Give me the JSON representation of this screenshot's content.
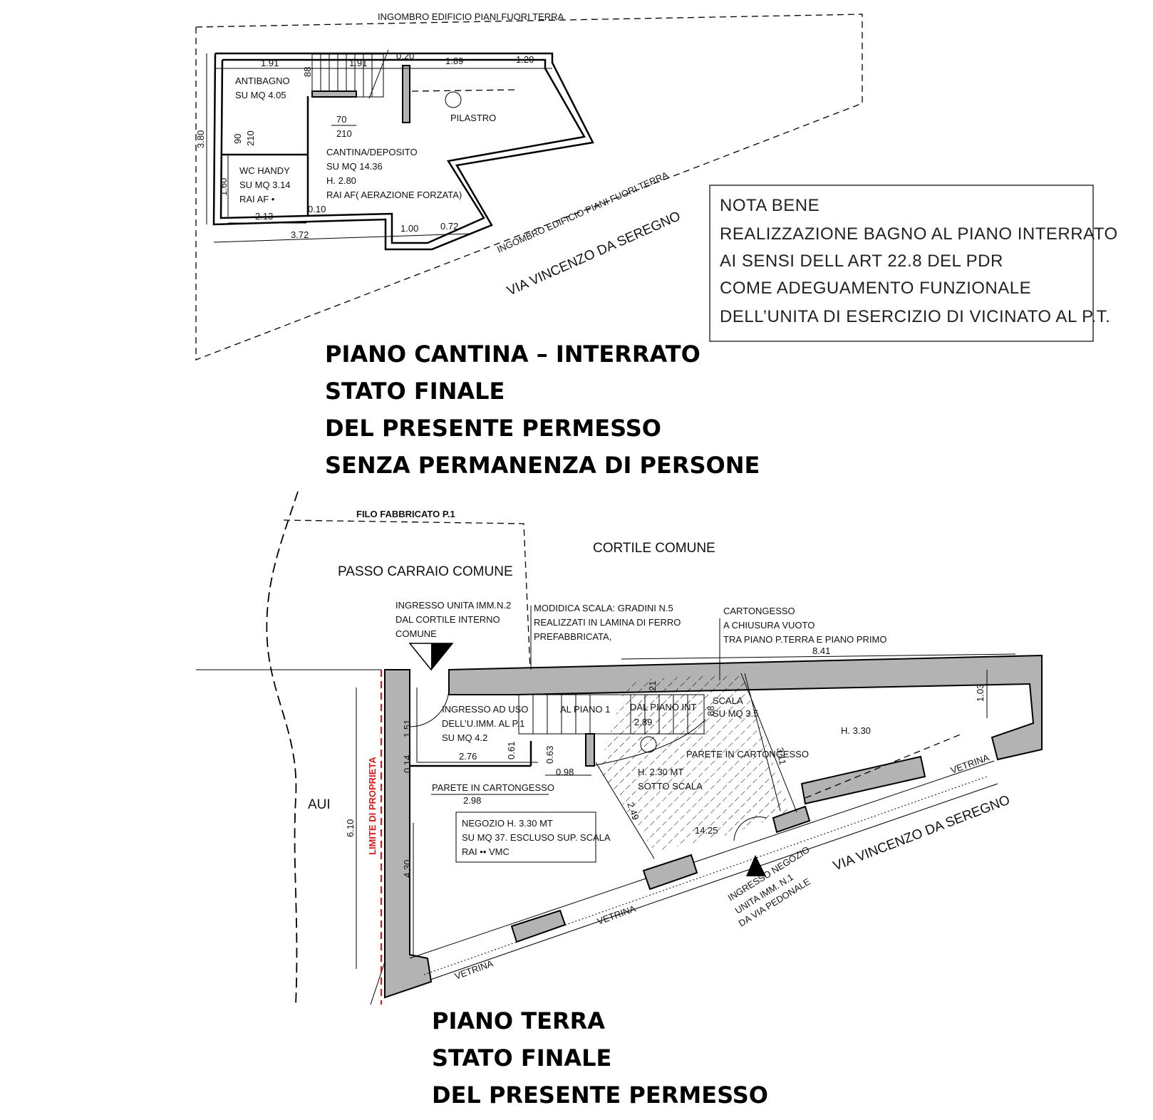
{
  "basement": {
    "outline_label_top": "INGOMBRO EDIFICIO PIANI FUORI TERRA",
    "outline_label_diag": "INGOMBRO EDIFICIO PIANI FUORI TERRA",
    "street_label": "VIA VINCENZO DA SEREGNO",
    "rooms": {
      "antibagno": {
        "name": "ANTIBAGNO",
        "area": "SU MQ 4.05"
      },
      "wc": {
        "name": "WC HANDY",
        "area": "SU MQ 3.14",
        "rai": "RAI AF •"
      },
      "cantina": {
        "name": "CANTINA/DEPOSITO",
        "area": "SU MQ 14.36",
        "height": "H. 2.80",
        "rai": "RAI AF( AERAZIONE FORZATA)"
      }
    },
    "pilastro": "PILASTRO",
    "door_dims": {
      "width": "70",
      "height": "210"
    },
    "wc_door": {
      "width": "90",
      "height": "210"
    },
    "dims": {
      "d1": "1.91",
      "d2": "1.91",
      "d3": "0.20",
      "d4": "1.89",
      "d5": "1.20",
      "d6": "88",
      "d7": "3.80",
      "d8": "1.60",
      "d9": "2.13",
      "d10": "0.10",
      "d11": "3.72",
      "d12": "1.00",
      "d13": "0.72"
    },
    "title": [
      "PIANO CANTINA – INTERRATO",
      "STATO FINALE",
      "DEL PRESENTE PERMESSO",
      "SENZA PERMANENZA DI PERSONE"
    ]
  },
  "note_box": {
    "lines": [
      "NOTA BENE",
      "REALIZZAZIONE BAGNO AL PIANO INTERRATO",
      "AI SENSI DELL ART 22.8 DEL PDR",
      "COME ADEGUAMENTO FUNZIONALE",
      "DELL’UNITA DI ESERCIZIO DI VICINATO AL P.T."
    ]
  },
  "ground": {
    "filo_fabbricato": "FILO FABBRICATO P.1",
    "cortile": "CORTILE COMUNE",
    "passo": "PASSO CARRAIO COMUNE",
    "aui": "AUI",
    "limite": "LIMITE DI PROPRIETA",
    "ingresso_unita": [
      "INGRESSO  UNITA  IMM.N.2",
      "DAL CORTILE INTERNO",
      "COMUNE"
    ],
    "modifica_scala": [
      "MODIDICA SCALA: GRADINI N.5",
      "REALIZZATI IN LAMINA DI FERRO",
      "PREFABBRICATA,"
    ],
    "cartongesso": [
      "CARTONGESSO",
      "A CHIUSURA VUOTO",
      "TRA PIANO P.TERRA E PIANO PRIMO"
    ],
    "ingresso_uso": [
      "INGRESSO AD USO",
      "DELL’U.IMM. AL P.1",
      "SU MQ 4.2"
    ],
    "al_piano_1": "AL PIANO 1",
    "dal_piano_int": "DAL PIANO INT",
    "scala": [
      "SCALA",
      "SU MQ 3.5"
    ],
    "parete_cart_1": "PARETE IN CARTONGESSO",
    "parete_cart_2": "PARETE IN CARTONGESSO",
    "sotto_scala": [
      "H. 2.30 MT",
      "SOTTO SCALA"
    ],
    "h330": "H. 3.30",
    "negozio": [
      "NEGOZIO H. 3.30 MT",
      "SU MQ 37. ESCLUSO SUP. SCALA",
      "RAI •• VMC"
    ],
    "vetrina": "VETRINA",
    "street_label": "VIA VINCENZO DA SEREGNO",
    "ingresso_negozio": [
      "INGRESSO NEGOZIO",
      "UNITA IMM. N.1",
      "DA VIA PEDONALE"
    ],
    "dims": {
      "d841": "8.41",
      "d103": "1.03",
      "d311": "3.11",
      "d276": "2.76",
      "d061": "0.61",
      "d063": "0.63",
      "d098": "0.98",
      "d298": "2.98",
      "d151": "1.51",
      "d014": "0.14",
      "d610": "6.10",
      "d430": "4.30",
      "d289": "2.89",
      "d88": "88",
      "d21": "21",
      "d249": "2.49",
      "d1425": "14.25"
    },
    "title": [
      "PIANO TERRA",
      "STATO FINALE",
      "DEL PRESENTE PERMESSO"
    ]
  }
}
